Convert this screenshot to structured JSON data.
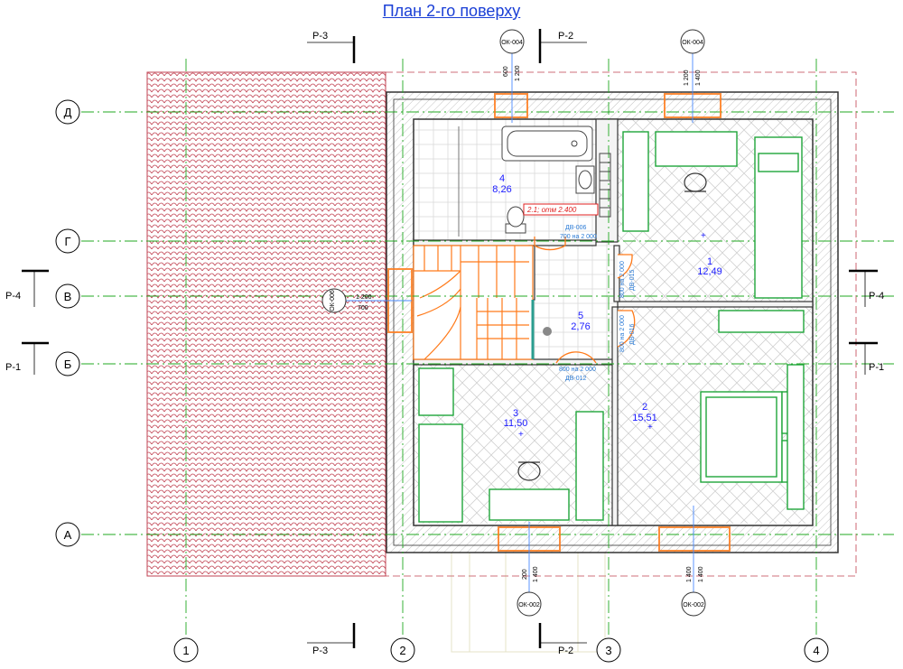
{
  "title": "План 2-го поверху",
  "axes_rows": [
    "Д",
    "Г",
    "В",
    "Б",
    "А"
  ],
  "axes_cols": [
    "1",
    "2",
    "3",
    "4"
  ],
  "sections": {
    "p3": "Р-3",
    "p2": "Р-2",
    "p4": "Р-4",
    "p1": "Р-1"
  },
  "rooms": [
    {
      "num": "1",
      "area": "12,49"
    },
    {
      "num": "2",
      "area": "15,51"
    },
    {
      "num": "3",
      "area": "11,50"
    },
    {
      "num": "4",
      "area": "8,26"
    },
    {
      "num": "5",
      "area": "2,76"
    }
  ],
  "windows": {
    "ok004": "ОК-004",
    "ok002": "ОК-002",
    "ok006": "ОК-006",
    "d600": "600",
    "d1200": "1 200",
    "d1400": "1 400",
    "d200": "200",
    "d700": "700",
    "d1200b": "1 200"
  },
  "doors": {
    "dv006": "ДВ-006",
    "dv006s": "700 на 2 000",
    "dv012": "ДВ-012",
    "dv012s": "800 на 2 000",
    "dv015": "ДВ-015",
    "dv016": "ДВ-016",
    "dvv": "800 на 2 000"
  },
  "level_note": "2.1; отм 2.400",
  "colors": {
    "grid": "#22aa22",
    "wall": "#333333",
    "roof": "#c04050",
    "title": "#1a3fd6",
    "furn": "#1fa63a",
    "stair": "#ff7a1a",
    "text": "#1a1aff"
  }
}
